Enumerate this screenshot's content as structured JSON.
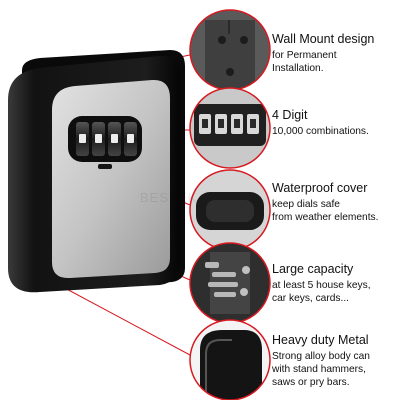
{
  "features": [
    {
      "title": "Wall Mount design",
      "desc": [
        "for Permanent",
        "Installation."
      ]
    },
    {
      "title": "4 Digit",
      "desc": [
        "10,000 combinations."
      ]
    },
    {
      "title": "Waterproof cover",
      "desc": [
        "keep dials safe",
        "from weather elements."
      ]
    },
    {
      "title": "Large capacity",
      "desc": [
        "at least 5 house keys,",
        "car keys, cards..."
      ]
    },
    {
      "title": "Heavy duty Metal",
      "desc": [
        "Strong alloy body can",
        "with stand hammers,",
        "saws or pry bars."
      ]
    }
  ],
  "colors": {
    "accent": "#d71920",
    "body": "#1b1b1b",
    "panel": "#c8c8c8"
  },
  "icons": [
    "wall-mount-holes-icon",
    "combination-dials-icon",
    "waterproof-cover-icon",
    "key-storage-icon",
    "metal-body-icon"
  ]
}
